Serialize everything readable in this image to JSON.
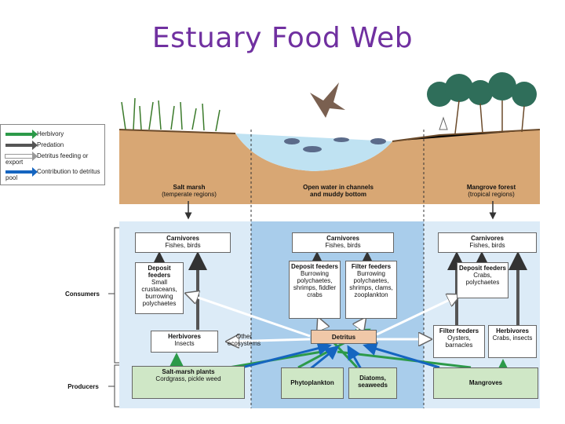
{
  "title": "Estuary Food Web",
  "legend": {
    "items": [
      {
        "label": "Herbivory",
        "color": "#2c9a49"
      },
      {
        "label": "Predation",
        "color": "#555555"
      },
      {
        "label": "Detritus feeding or export",
        "color": "#ffffff"
      },
      {
        "label": "Contribution to detritus pool",
        "color": "#1565c0"
      }
    ]
  },
  "habitats": {
    "salt_marsh": {
      "name": "Salt marsh",
      "sub": "(temperate regions)"
    },
    "open_water": {
      "name": "Open water in channels",
      "sub": "and muddy bottom"
    },
    "mangrove": {
      "name": "Mangrove forest",
      "sub": "(tropical regions)"
    }
  },
  "side_labels": {
    "consumers": "Consumers",
    "producers": "Producers",
    "other": "Other ecosystems"
  },
  "columns": {
    "left": {
      "carnivores": {
        "title": "Carnivores",
        "body": "Fishes, birds"
      },
      "deposit": {
        "title": "Deposit feeders",
        "body": "Small crustaceans, burrowing polychaetes"
      },
      "herbivores": {
        "title": "Herbivores",
        "body": "Insects"
      },
      "plants": {
        "title": "Salt-marsh plants",
        "body": "Cordgrass, pickle weed"
      }
    },
    "middle": {
      "carnivores": {
        "title": "Carnivores",
        "body": "Fishes, birds"
      },
      "deposit": {
        "title": "Deposit feeders",
        "body": "Burrowing polychaetes, shrimps, fiddler crabs"
      },
      "filter": {
        "title": "Filter feeders",
        "body": "Burrowing polychaetes, shrimps, clams, zooplankton"
      },
      "detritus": "Detritus",
      "phyto": "Phytoplankton",
      "diatoms": "Diatoms, seaweeds"
    },
    "right": {
      "carnivores": {
        "title": "Carnivores",
        "body": "Fishes, birds"
      },
      "deposit": {
        "title": "Deposit feeders",
        "body": "Crabs, polychaetes"
      },
      "filter": {
        "title": "Filter feeders",
        "body": "Oysters, barnacles"
      },
      "herbivores": {
        "title": "Herbivores",
        "body": "Crabs, insects"
      },
      "mangroves": "Mangroves"
    }
  }
}
